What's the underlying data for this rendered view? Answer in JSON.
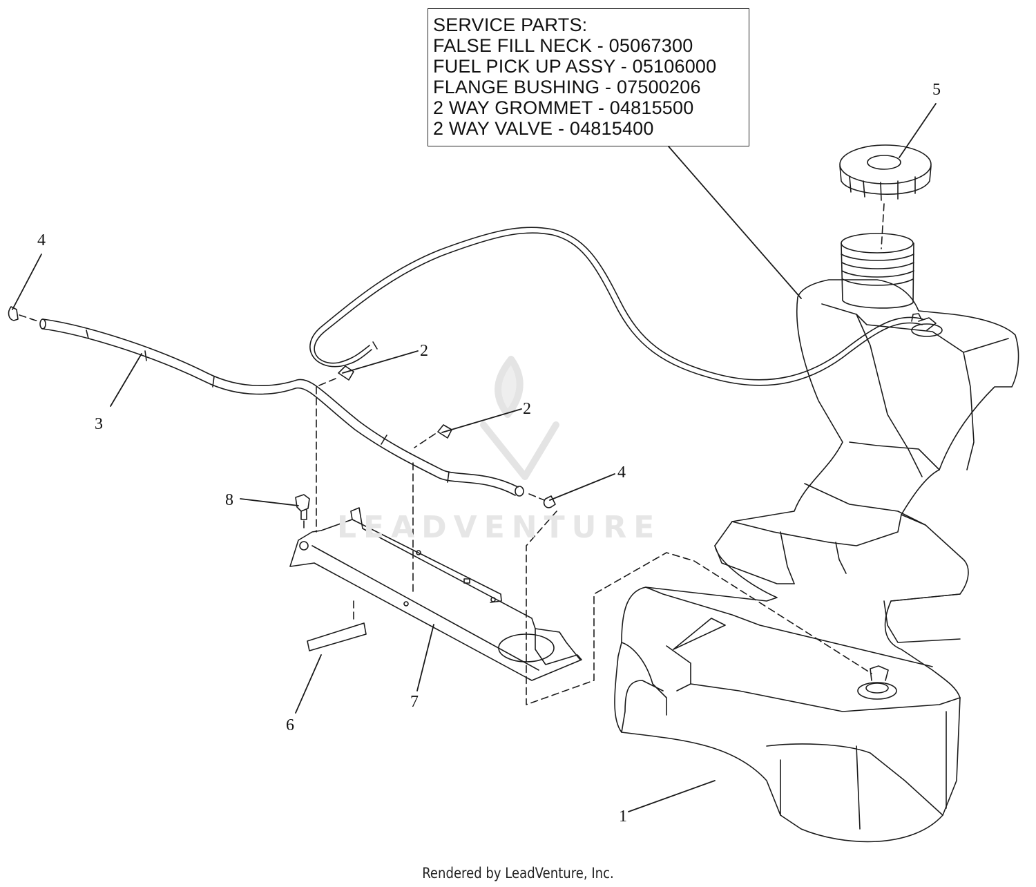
{
  "service_parts": {
    "title": "SERVICE PARTS:",
    "lines": [
      "FALSE FILL NECK - 05067300",
      "FUEL PICK UP ASSY - 05106000",
      "FLANGE BUSHING - 07500206",
      "2 WAY GROMMET - 04815500",
      "2 WAY VALVE - 04815400"
    ]
  },
  "callouts": {
    "c1": "1",
    "c2a": "2",
    "c2b": "2",
    "c3": "3",
    "c4a": "4",
    "c4b": "4",
    "c5": "5",
    "c6": "6",
    "c7": "7",
    "c8": "8"
  },
  "watermark": "LEADVENTURE",
  "footer": "Rendered by LeadVenture, Inc.",
  "colors": {
    "line": "#1a1a1a",
    "watermark": "#e6e6e6",
    "background": "#ffffff"
  }
}
